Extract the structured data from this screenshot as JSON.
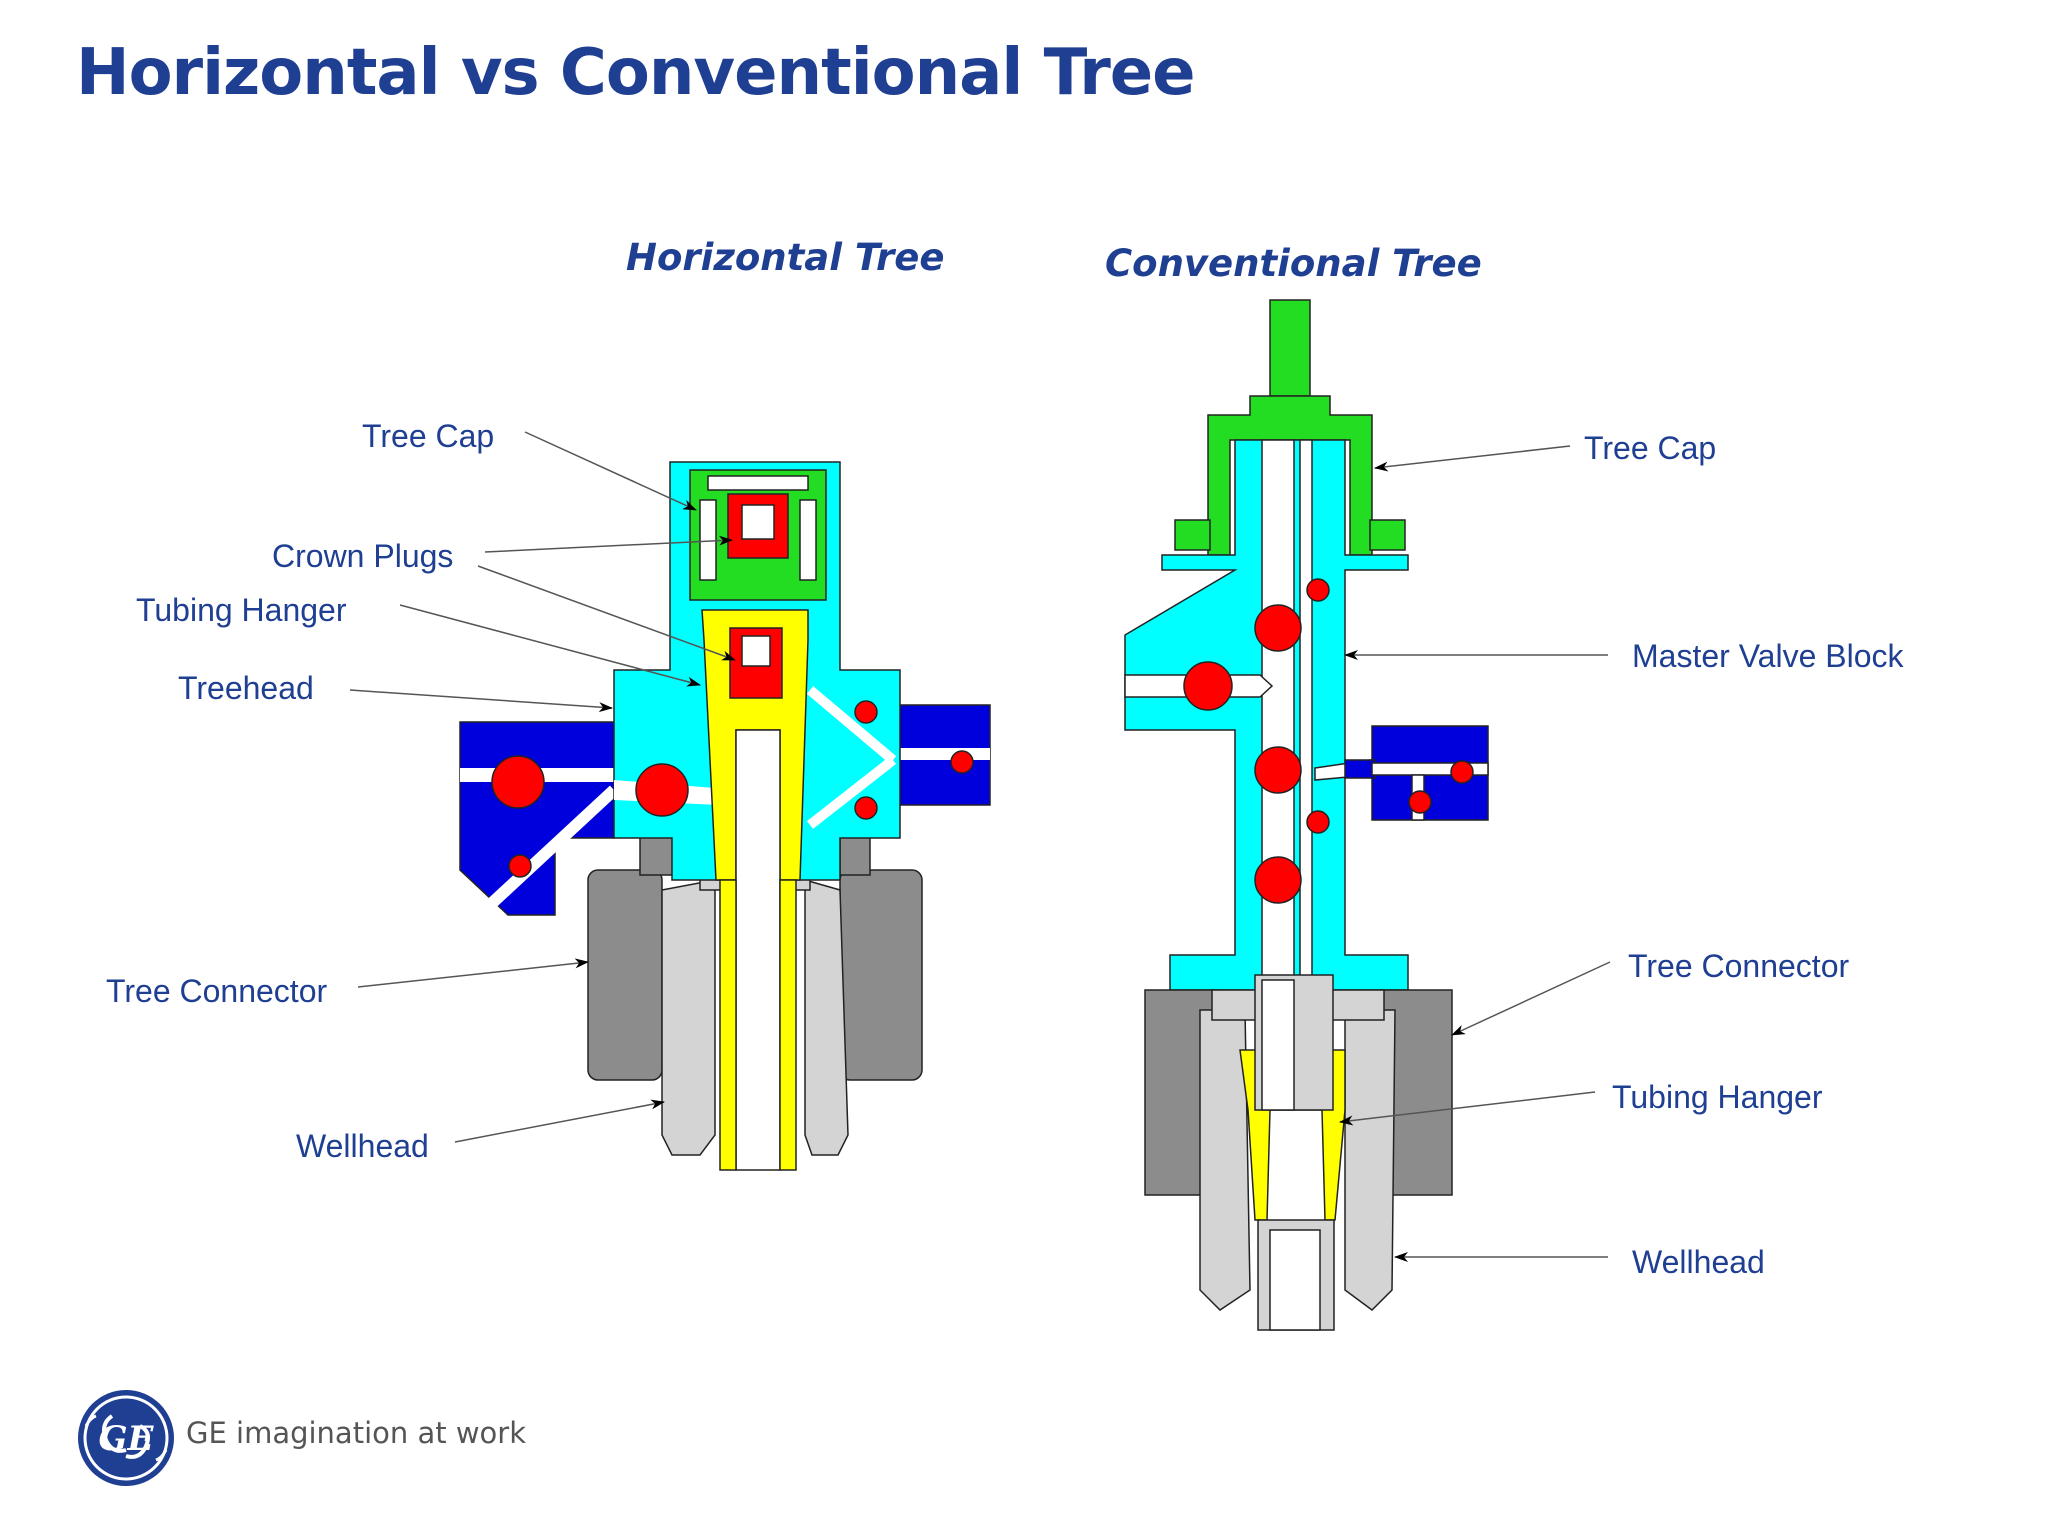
{
  "title": "Horizontal vs Conventional Tree",
  "horizontal": {
    "heading": "Horizontal Tree",
    "labels": {
      "tree_cap": "Tree Cap",
      "crown_plugs": "Crown Plugs",
      "tubing_hanger": "Tubing Hanger",
      "treehead": "Treehead",
      "tree_connector": "Tree Connector",
      "wellhead": "Wellhead"
    }
  },
  "conventional": {
    "heading": "Conventional Tree",
    "labels": {
      "tree_cap": "Tree Cap",
      "master_valve_block": "Master Valve Block",
      "tree_connector": "Tree Connector",
      "tubing_hanger": "Tubing Hanger",
      "wellhead": "Wellhead"
    }
  },
  "footer": {
    "logo": "GE",
    "tagline": "GE imagination at work"
  },
  "colors": {
    "title": "#1f3f93",
    "treehead": "#00ffff",
    "tree_cap": "#22dd22",
    "tubing_hanger": "#ffff00",
    "crown_plugs": "#ff0000",
    "valves": "#ff0000",
    "side_blocks": "#0000dd",
    "connector": "#8c8c8c",
    "wellhead": "#d4d4d4"
  }
}
